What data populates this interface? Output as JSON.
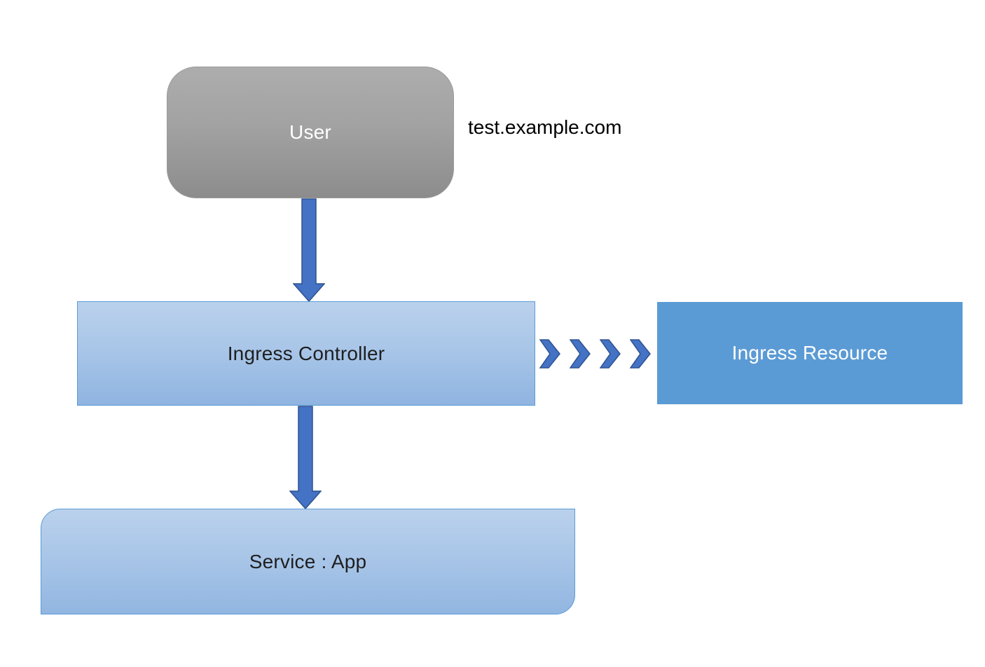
{
  "nodes": {
    "user": {
      "label": "User"
    },
    "ingress_controller": {
      "label": "Ingress Controller"
    },
    "ingress_resource": {
      "label": "Ingress Resource"
    },
    "service": {
      "label": "Service : App"
    }
  },
  "annotations": {
    "hostname": "test.example.com"
  },
  "connectors": {
    "user_to_controller": "block-arrow-down",
    "controller_to_service": "block-arrow-down",
    "controller_to_resource": "chevron-arrows-right",
    "chevron_count": 4
  },
  "colors": {
    "user_fill_top": "#adadad",
    "user_fill_bottom": "#8c8c8c",
    "light_blue_fill_top": "#bad1ec",
    "light_blue_fill_bottom": "#8fb4e0",
    "blue_box_border": "#5b9bd5",
    "resource_fill": "#5b9bd5",
    "arrow_fill": "#4472c4",
    "arrow_border": "#2f528f",
    "label_dark": "#1f1f1f",
    "label_light": "#ffffff",
    "background": "#ffffff"
  }
}
